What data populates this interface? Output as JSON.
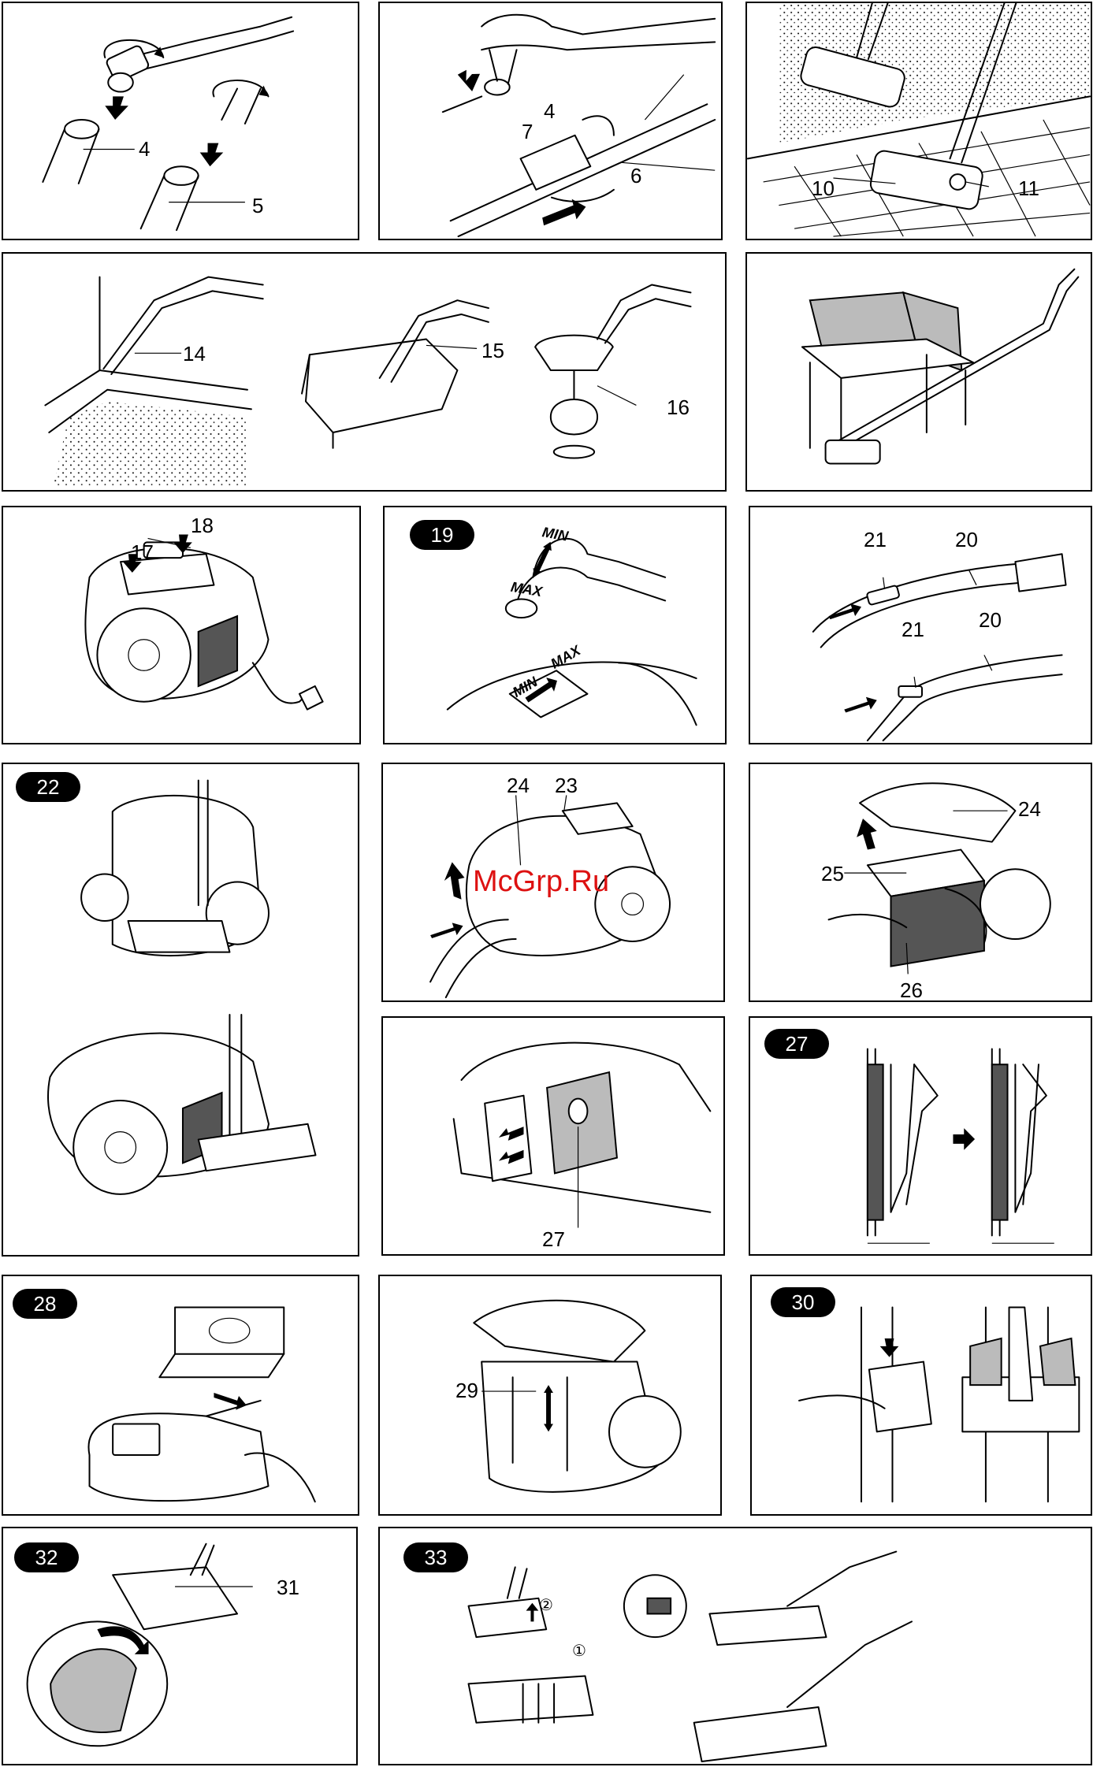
{
  "panel1": {
    "labels": [
      "4",
      "5"
    ]
  },
  "panel2": {
    "labels": [
      "4",
      "7",
      "6"
    ]
  },
  "panel3": {
    "labels": [
      "10",
      "11"
    ]
  },
  "panel4": {
    "labels": [
      "14",
      "15",
      "16"
    ]
  },
  "panel6": {
    "labels": [
      "18",
      "17"
    ]
  },
  "panel7": {
    "badge": "19",
    "min": "MIN",
    "max": "MAX"
  },
  "panel8": {
    "labels": [
      "21",
      "20",
      "21",
      "20"
    ]
  },
  "panel9": {
    "badge": "22"
  },
  "panel10": {
    "labels": [
      "24",
      "23"
    ]
  },
  "panel11": {
    "labels": [
      "24",
      "25",
      "26"
    ]
  },
  "panel12": {
    "labels": [
      "27"
    ]
  },
  "panel13": {
    "badge": "27"
  },
  "panel14": {
    "badge": "28"
  },
  "panel15": {
    "labels": [
      "29"
    ]
  },
  "panel16": {
    "badge": "30"
  },
  "panel17": {
    "badge": "32",
    "labels": [
      "31"
    ]
  },
  "panel18": {
    "badge": "33",
    "steps": [
      "②",
      "①"
    ]
  },
  "watermark": "McGrp.Ru"
}
